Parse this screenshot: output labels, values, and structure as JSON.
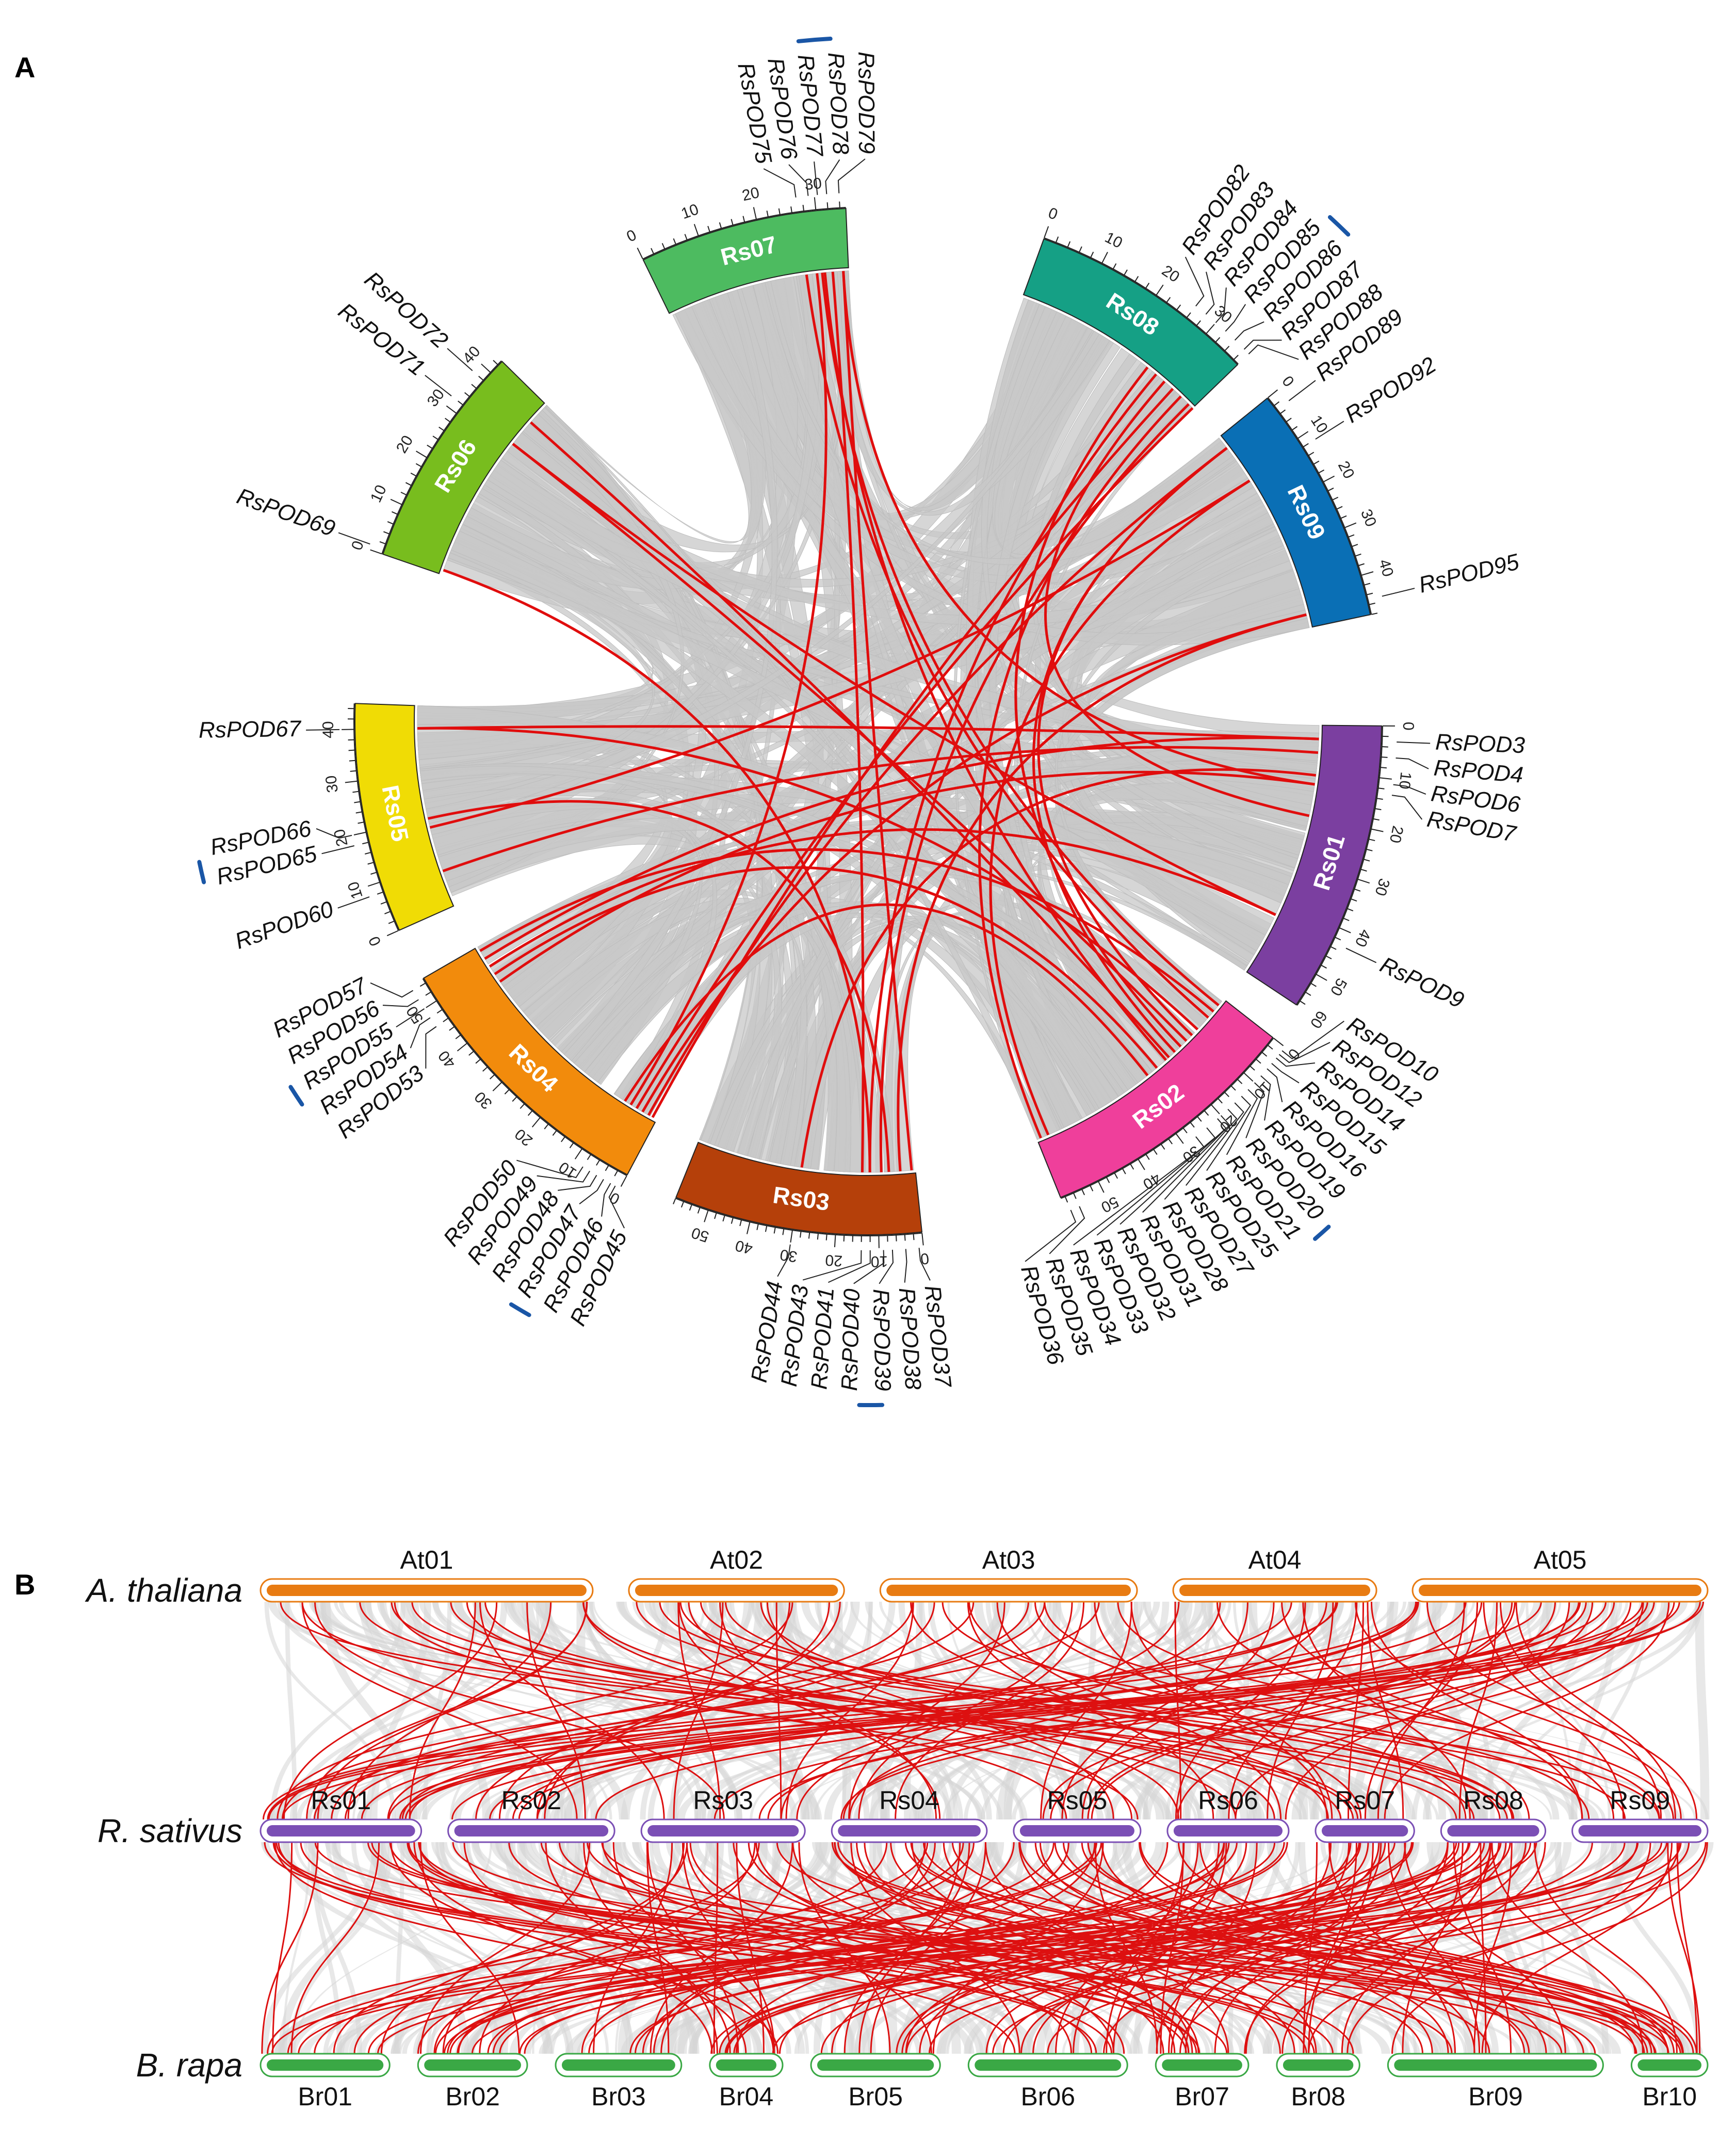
{
  "panelA": {
    "letter": "A",
    "chromosomes": [
      {
        "id": "Rs01",
        "len": 57,
        "color": "#7b3fa0",
        "ticks": [
          "0",
          "10",
          "20",
          "30",
          "40",
          "50",
          "60"
        ]
      },
      {
        "id": "Rs02",
        "len": 59,
        "color": "#ef3f9b",
        "ticks": [
          "0",
          "10",
          "20",
          "30",
          "40",
          "50"
        ]
      },
      {
        "id": "Rs03",
        "len": 58,
        "color": "#b5400a",
        "ticks": [
          "0",
          "10",
          "20",
          "30",
          "40",
          "50"
        ]
      },
      {
        "id": "Rs04",
        "len": 55,
        "color": "#f28b0c",
        "ticks": [
          "0",
          "10",
          "20",
          "30",
          "40",
          "50"
        ]
      },
      {
        "id": "Rs05",
        "len": 45,
        "color": "#f0dc05",
        "ticks": [
          "0",
          "10",
          "20",
          "30",
          "40"
        ]
      },
      {
        "id": "Rs06",
        "len": 43,
        "color": "#78bd1e",
        "ticks": [
          "0",
          "10",
          "20",
          "30",
          "40"
        ]
      },
      {
        "id": "Rs07",
        "len": 35,
        "color": "#4dbb60",
        "ticks": [
          "0",
          "10",
          "20",
          "30"
        ]
      },
      {
        "id": "Rs08",
        "len": 37,
        "color": "#15a085",
        "ticks": [
          "0",
          "10",
          "20",
          "30"
        ]
      },
      {
        "id": "Rs09",
        "len": 48,
        "color": "#0a6fb5",
        "ticks": [
          "0",
          "10",
          "20",
          "30",
          "40"
        ]
      }
    ],
    "genes": [
      {
        "name": "RsPOD3",
        "chr": "Rs01",
        "pos": 3
      },
      {
        "name": "RsPOD4",
        "chr": "Rs01",
        "pos": 6
      },
      {
        "name": "RsPOD6",
        "chr": "Rs01",
        "pos": 11
      },
      {
        "name": "RsPOD7",
        "chr": "Rs01",
        "pos": 13
      },
      {
        "name": "RsPOD9",
        "chr": "Rs01",
        "pos": 43
      },
      {
        "name": "RsPOD10",
        "chr": "Rs02",
        "pos": 1
      },
      {
        "name": "RsPOD12",
        "chr": "Rs02",
        "pos": 2
      },
      {
        "name": "RsPOD14",
        "chr": "Rs02",
        "pos": 3
      },
      {
        "name": "RsPOD15",
        "chr": "Rs02",
        "pos": 4.5
      },
      {
        "name": "RsPOD16",
        "chr": "Rs02",
        "pos": 6
      },
      {
        "name": "RsPOD19",
        "chr": "Rs02",
        "pos": 8
      },
      {
        "name": "RsPOD20",
        "chr": "Rs02",
        "pos": 10
      },
      {
        "name": "RsPOD21",
        "chr": "Rs02",
        "pos": 12
      },
      {
        "name": "RsPOD25",
        "chr": "Rs02",
        "pos": 14
      },
      {
        "name": "RsPOD27",
        "chr": "Rs02",
        "pos": 16
      },
      {
        "name": "RsPOD28",
        "chr": "Rs02",
        "pos": 18
      },
      {
        "name": "RsPOD31",
        "chr": "Rs02",
        "pos": 20
      },
      {
        "name": "RsPOD32",
        "chr": "Rs02",
        "pos": 21
      },
      {
        "name": "RsPOD33",
        "chr": "Rs02",
        "pos": 24
      },
      {
        "name": "RsPOD34",
        "chr": "Rs02",
        "pos": 27
      },
      {
        "name": "RsPOD35",
        "chr": "Rs02",
        "pos": 56
      },
      {
        "name": "RsPOD36",
        "chr": "Rs02",
        "pos": 58
      },
      {
        "name": "RsPOD37",
        "chr": "Rs03",
        "pos": 1
      },
      {
        "name": "RsPOD38",
        "chr": "Rs03",
        "pos": 4
      },
      {
        "name": "RsPOD39",
        "chr": "Rs03",
        "pos": 7
      },
      {
        "name": "RsPOD40",
        "chr": "Rs03",
        "pos": 9
      },
      {
        "name": "RsPOD41",
        "chr": "Rs03",
        "pos": 12
      },
      {
        "name": "RsPOD43",
        "chr": "Rs03",
        "pos": 14
      },
      {
        "name": "RsPOD44",
        "chr": "Rs03",
        "pos": 30
      },
      {
        "name": "RsPOD45",
        "chr": "Rs04",
        "pos": 1
      },
      {
        "name": "RsPOD46",
        "chr": "Rs04",
        "pos": 2
      },
      {
        "name": "RsPOD47",
        "chr": "Rs04",
        "pos": 3.5
      },
      {
        "name": "RsPOD48",
        "chr": "Rs04",
        "pos": 5
      },
      {
        "name": "RsPOD49",
        "chr": "Rs04",
        "pos": 6.5
      },
      {
        "name": "RsPOD50",
        "chr": "Rs04",
        "pos": 8
      },
      {
        "name": "RsPOD53",
        "chr": "Rs04",
        "pos": 46
      },
      {
        "name": "RsPOD54",
        "chr": "Rs04",
        "pos": 48
      },
      {
        "name": "RsPOD55",
        "chr": "Rs04",
        "pos": 50
      },
      {
        "name": "RsPOD56",
        "chr": "Rs04",
        "pos": 52
      },
      {
        "name": "RsPOD57",
        "chr": "Rs04",
        "pos": 54
      },
      {
        "name": "RsPOD60",
        "chr": "Rs05",
        "pos": 8
      },
      {
        "name": "RsPOD65",
        "chr": "Rs05",
        "pos": 18
      },
      {
        "name": "RsPOD66",
        "chr": "Rs05",
        "pos": 20
      },
      {
        "name": "RsPOD67",
        "chr": "Rs05",
        "pos": 40
      },
      {
        "name": "RsPOD69",
        "chr": "Rs06",
        "pos": 1
      },
      {
        "name": "RsPOD71",
        "chr": "Rs06",
        "pos": 32
      },
      {
        "name": "RsPOD72",
        "chr": "Rs06",
        "pos": 38
      },
      {
        "name": "RsPOD75",
        "chr": "Rs07",
        "pos": 27
      },
      {
        "name": "RsPOD76",
        "chr": "Rs07",
        "pos": 29
      },
      {
        "name": "RsPOD77",
        "chr": "Rs07",
        "pos": 30.5
      },
      {
        "name": "RsPOD78",
        "chr": "Rs07",
        "pos": 32
      },
      {
        "name": "RsPOD79",
        "chr": "Rs07",
        "pos": 34
      },
      {
        "name": "RsPOD82",
        "chr": "Rs08",
        "pos": 26
      },
      {
        "name": "RsPOD83",
        "chr": "Rs08",
        "pos": 28
      },
      {
        "name": "RsPOD84",
        "chr": "Rs08",
        "pos": 30
      },
      {
        "name": "RsPOD85",
        "chr": "Rs08",
        "pos": 32
      },
      {
        "name": "RsPOD86",
        "chr": "Rs08",
        "pos": 34
      },
      {
        "name": "RsPOD87",
        "chr": "Rs08",
        "pos": 36
      },
      {
        "name": "RsPOD88",
        "chr": "Rs08",
        "pos": 37
      },
      {
        "name": "RsPOD89",
        "chr": "Rs09",
        "pos": 3
      },
      {
        "name": "RsPOD92",
        "chr": "Rs09",
        "pos": 12
      },
      {
        "name": "RsPOD95",
        "chr": "Rs09",
        "pos": 45
      }
    ],
    "links": [
      [
        "Rs01",
        3,
        "Rs04",
        52
      ],
      [
        "Rs01",
        6,
        "Rs05",
        8
      ],
      [
        "Rs01",
        11,
        "Rs03",
        30
      ],
      [
        "Rs01",
        13,
        "Rs04",
        46
      ],
      [
        "Rs01",
        43,
        "Rs06",
        32
      ],
      [
        "Rs01",
        20,
        "Rs08",
        30
      ],
      [
        "Rs02",
        2,
        "Rs07",
        30
      ],
      [
        "Rs02",
        6,
        "Rs07",
        27
      ],
      [
        "Rs02",
        10,
        "Rs05",
        40
      ],
      [
        "Rs02",
        12,
        "Rs09",
        3
      ],
      [
        "Rs02",
        16,
        "Rs08",
        26
      ],
      [
        "Rs02",
        20,
        "Rs06",
        38
      ],
      [
        "Rs02",
        24,
        "Rs04",
        48
      ],
      [
        "Rs02",
        56,
        "Rs09",
        12
      ],
      [
        "Rs02",
        58,
        "Rs08",
        34
      ],
      [
        "Rs02",
        27,
        "Rs04",
        8
      ],
      [
        "Rs03",
        1,
        "Rs07",
        34
      ],
      [
        "Rs03",
        4,
        "Rs09",
        45
      ],
      [
        "Rs03",
        9,
        "Rs08",
        36
      ],
      [
        "Rs03",
        12,
        "Rs06",
        1
      ],
      [
        "Rs03",
        14,
        "Rs07",
        32
      ],
      [
        "Rs04",
        2,
        "Rs09",
        3
      ],
      [
        "Rs04",
        5,
        "Rs08",
        37
      ],
      [
        "Rs04",
        6.5,
        "Rs07",
        29
      ],
      [
        "Rs04",
        50,
        "Rs01",
        43
      ],
      [
        "Rs04",
        54,
        "Rs02",
        4
      ],
      [
        "Rs05",
        18,
        "Rs09",
        12
      ],
      [
        "Rs05",
        20,
        "Rs03",
        7
      ],
      [
        "Rs06",
        32,
        "Rs02",
        14
      ],
      [
        "Rs07",
        30.5,
        "Rs02",
        21
      ],
      [
        "Rs08",
        28,
        "Rs03",
        12
      ],
      [
        "Rs09",
        45,
        "Rs04",
        3.5
      ],
      [
        "Rs08",
        32,
        "Rs04",
        1
      ],
      [
        "Rs07",
        34,
        "Rs01",
        13
      ],
      [
        "Rs09",
        3,
        "Rs02",
        18
      ],
      [
        "Rs05",
        40,
        "Rs01",
        3
      ]
    ],
    "tandem_pairs": [
      [
        "Rs07",
        30,
        34
      ],
      [
        "Rs08",
        32,
        35
      ],
      [
        "Rs05",
        18,
        21
      ],
      [
        "Rs04",
        48,
        51
      ],
      [
        "Rs04",
        3,
        6
      ],
      [
        "Rs03",
        10,
        14
      ],
      [
        "Rs02",
        19,
        22
      ]
    ]
  },
  "panelB": {
    "letter": "B",
    "tracks": [
      {
        "species": "A. thaliana",
        "color": "#e87b12",
        "labels_above": true,
        "chromosomes": [
          {
            "name": "At01",
            "len": 30.4
          },
          {
            "name": "At02",
            "len": 19.7
          },
          {
            "name": "At03",
            "len": 23.5
          },
          {
            "name": "At04",
            "len": 18.6
          },
          {
            "name": "At05",
            "len": 27.0
          }
        ]
      },
      {
        "species": "R. sativus",
        "color": "#7b4fb5",
        "labels_above": true,
        "chromosomes": [
          {
            "name": "Rs01",
            "len": 57
          },
          {
            "name": "Rs02",
            "len": 59
          },
          {
            "name": "Rs03",
            "len": 58
          },
          {
            "name": "Rs04",
            "len": 55
          },
          {
            "name": "Rs05",
            "len": 45
          },
          {
            "name": "Rs06",
            "len": 43
          },
          {
            "name": "Rs07",
            "len": 35
          },
          {
            "name": "Rs08",
            "len": 37
          },
          {
            "name": "Rs09",
            "len": 48
          }
        ]
      },
      {
        "species": "B. rapa",
        "color": "#3aa845",
        "labels_above": false,
        "chromosomes": [
          {
            "name": "Br01",
            "len": 39
          },
          {
            "name": "Br02",
            "len": 33
          },
          {
            "name": "Br03",
            "len": 38
          },
          {
            "name": "Br04",
            "len": 22
          },
          {
            "name": "Br05",
            "len": 39
          },
          {
            "name": "Br06",
            "len": 48
          },
          {
            "name": "Br07",
            "len": 28
          },
          {
            "name": "Br08",
            "len": 25
          },
          {
            "name": "Br09",
            "len": 65
          },
          {
            "name": "Br10",
            "len": 23
          }
        ]
      }
    ]
  }
}
